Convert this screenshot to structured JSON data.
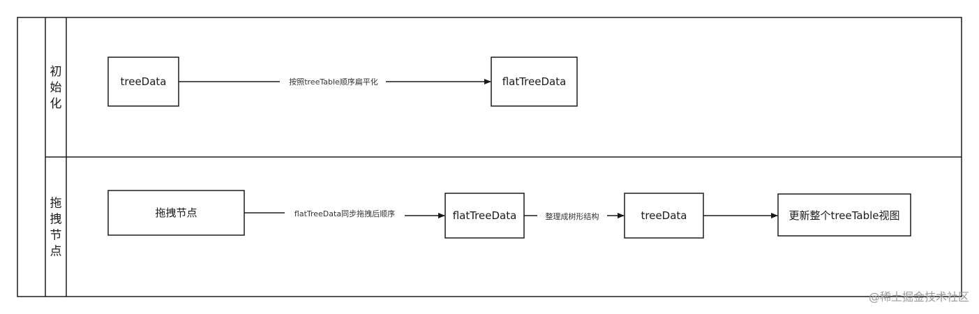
{
  "colors": {
    "stroke": "#1a1a1a",
    "background": "#ffffff",
    "watermark": "#9a9a9a"
  },
  "lanes": [
    {
      "title": "初始化"
    },
    {
      "title": "拖拽节点"
    }
  ],
  "nodes": {
    "init_tree": "treeData",
    "init_flat": "flatTreeData",
    "drag_node": "拖拽节点",
    "drag_flat": "flatTreeData",
    "drag_tree": "treeData",
    "update_view": "更新整个treeTable视图"
  },
  "edges": {
    "flatten": "按照treeTable顺序扁平化",
    "sync": "flatTreeData同步拖拽后顺序",
    "rebuild": "整理成树形结构",
    "refresh": ""
  },
  "watermark": "@稀土掘金技术社区"
}
